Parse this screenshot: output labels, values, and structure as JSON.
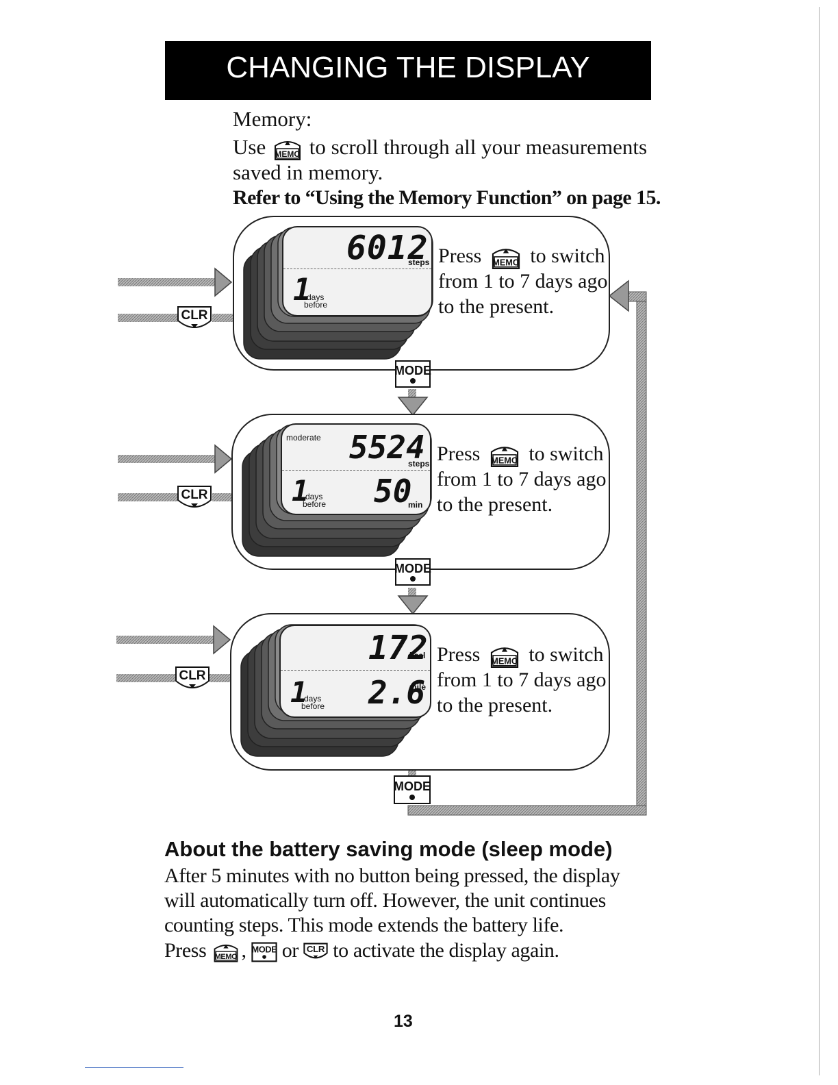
{
  "header": {
    "title": "CHANGING THE DISPLAY"
  },
  "intro": {
    "label": "Memory:",
    "line1_before": "Use",
    "line1_after": "to scroll through all your measurements",
    "line2": "saved in memory.",
    "reference": "Refer to “Using the Memory Function” on page 15."
  },
  "buttons": {
    "memo": "MEMO",
    "mode": "MODE",
    "clr": "CLR"
  },
  "screens": [
    {
      "top_value": "6012",
      "top_unit": "steps",
      "day_value": "1",
      "day_label_1": "days",
      "day_label_2": "before",
      "instruction": {
        "before": "Press",
        "after": "to switch",
        "line2": "from 1 to 7 days ago",
        "line3": "to the present."
      }
    },
    {
      "corner_label": "moderate",
      "top_value": "5524",
      "top_unit": "steps",
      "bottom_value": "50",
      "bottom_unit": "min",
      "day_value": "1",
      "day_label_1": "days",
      "day_label_2": "before",
      "instruction": {
        "before": "Press",
        "after": "to switch",
        "line2": "from 1 to 7 days ago",
        "line3": "to the present."
      }
    },
    {
      "top_value": "172",
      "top_unit": "kcal",
      "bottom_value": "2.6",
      "bottom_unit": "mile",
      "day_value": "1",
      "day_label_1": "days",
      "day_label_2": "before",
      "instruction": {
        "before": "Press",
        "after": "to switch",
        "line2": "from 1 to 7 days ago",
        "line3": "to the present."
      }
    }
  ],
  "battery": {
    "heading": "About the battery saving mode (sleep mode)",
    "line1": "After 5 minutes with no button being pressed, the display",
    "line2": "will automatically turn off. However, the unit continues",
    "line3": "counting steps. This mode extends the battery life.",
    "line4_press": "Press",
    "line4_comma": ",",
    "line4_or": "or",
    "line4_end": "to activate the display again."
  },
  "page_number": "13"
}
